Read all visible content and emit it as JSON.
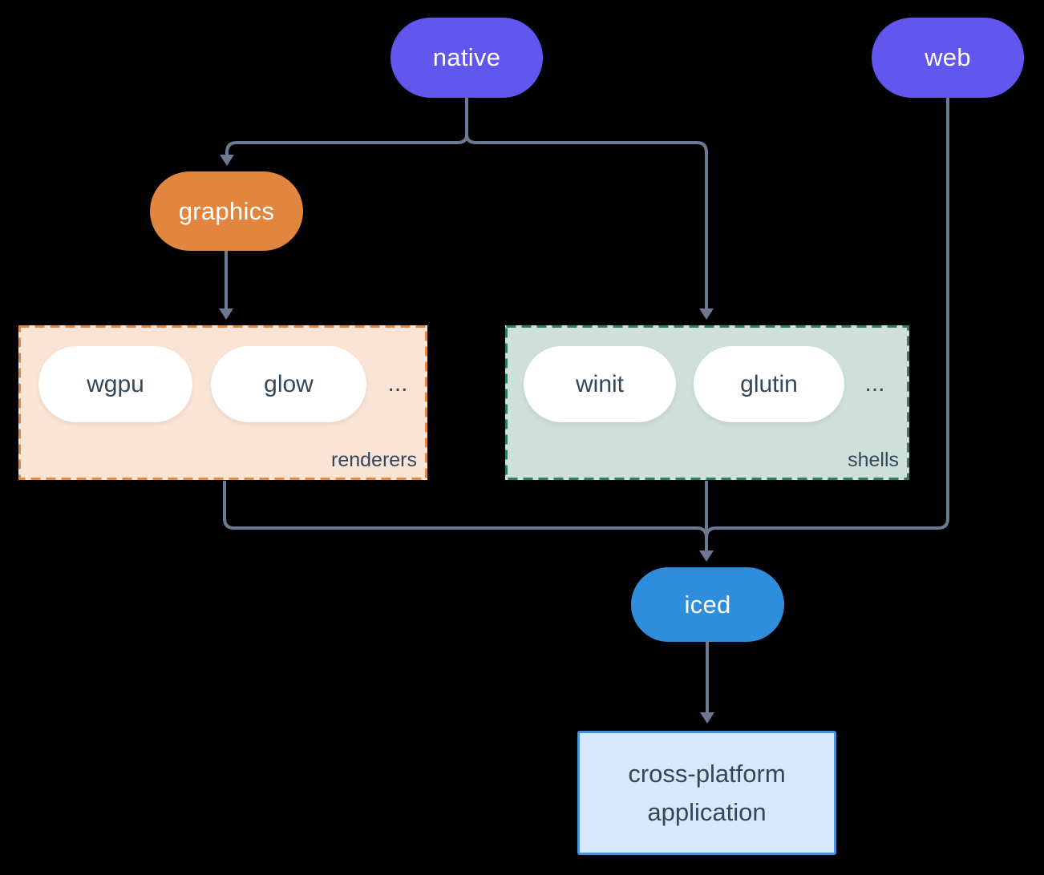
{
  "diagram": {
    "nodes": {
      "native": {
        "label": "native",
        "bg": "#6156ee",
        "text_color": "#ffffff"
      },
      "web": {
        "label": "web",
        "bg": "#6156ee",
        "text_color": "#ffffff"
      },
      "graphics": {
        "label": "graphics",
        "bg": "#e2853f",
        "text_color": "#ffffff"
      },
      "iced": {
        "label": "iced",
        "bg": "#2e8edb",
        "text_color": "#ffffff"
      },
      "app": {
        "line1": "cross-platform",
        "line2": "application",
        "bg": "#d6e8f9",
        "border": "#4a90d9",
        "text_color": "#33475a"
      }
    },
    "groups": {
      "renderers": {
        "label": "renderers",
        "items": [
          "wgpu",
          "glow"
        ],
        "ellipsis": "...",
        "bg": "#fae4d5",
        "border": "#e5893f"
      },
      "shells": {
        "label": "shells",
        "items": [
          "winit",
          "glutin"
        ],
        "ellipsis": "...",
        "bg": "#cfdfd9",
        "border": "#2e7d68"
      }
    },
    "colors": {
      "background": "#000000",
      "connector": "#6b7a90",
      "dark_text": "#33475a",
      "white_pill_bg": "#ffffff"
    },
    "edges": [
      {
        "from": "native",
        "to": "graphics"
      },
      {
        "from": "native",
        "to": "shells"
      },
      {
        "from": "graphics",
        "to": "renderers"
      },
      {
        "from": "renderers",
        "to": "iced"
      },
      {
        "from": "shells",
        "to": "iced"
      },
      {
        "from": "web",
        "to": "iced"
      },
      {
        "from": "iced",
        "to": "app"
      }
    ]
  }
}
